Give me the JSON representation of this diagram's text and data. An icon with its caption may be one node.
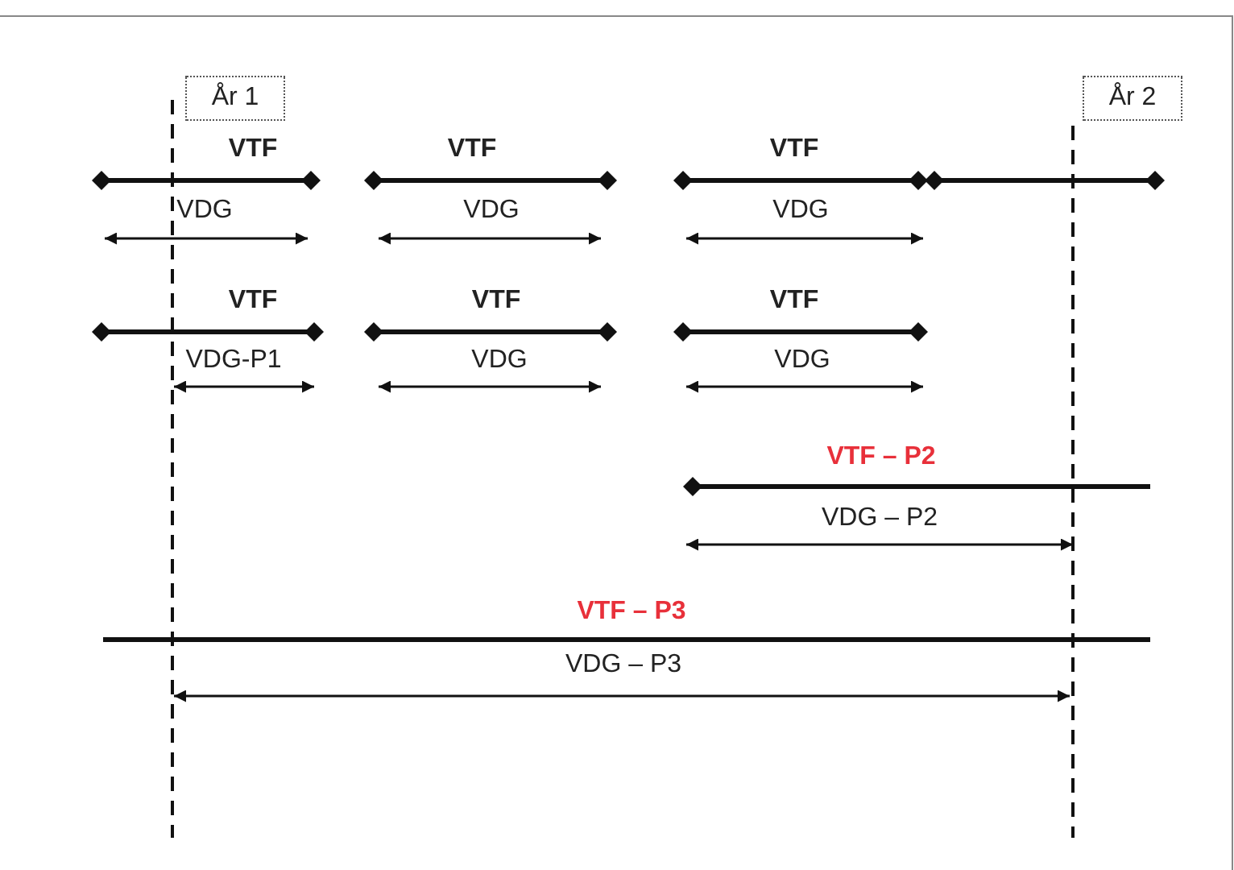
{
  "diagram": {
    "nodes": [
      {
        "text": [
          "År 1"
        ]
      },
      {
        "text": [
          "År 2"
        ]
      }
    ],
    "labels": [
      "VTF",
      "VTF",
      "VTF",
      "VDG",
      "VDG",
      "VDG",
      "VTF",
      "VTF",
      "VTF",
      "VDG-P1",
      "VDG",
      "VDG",
      "VTF – P2",
      "VDG – P2",
      "VTF – P3",
      "VDG – P3"
    ]
  }
}
